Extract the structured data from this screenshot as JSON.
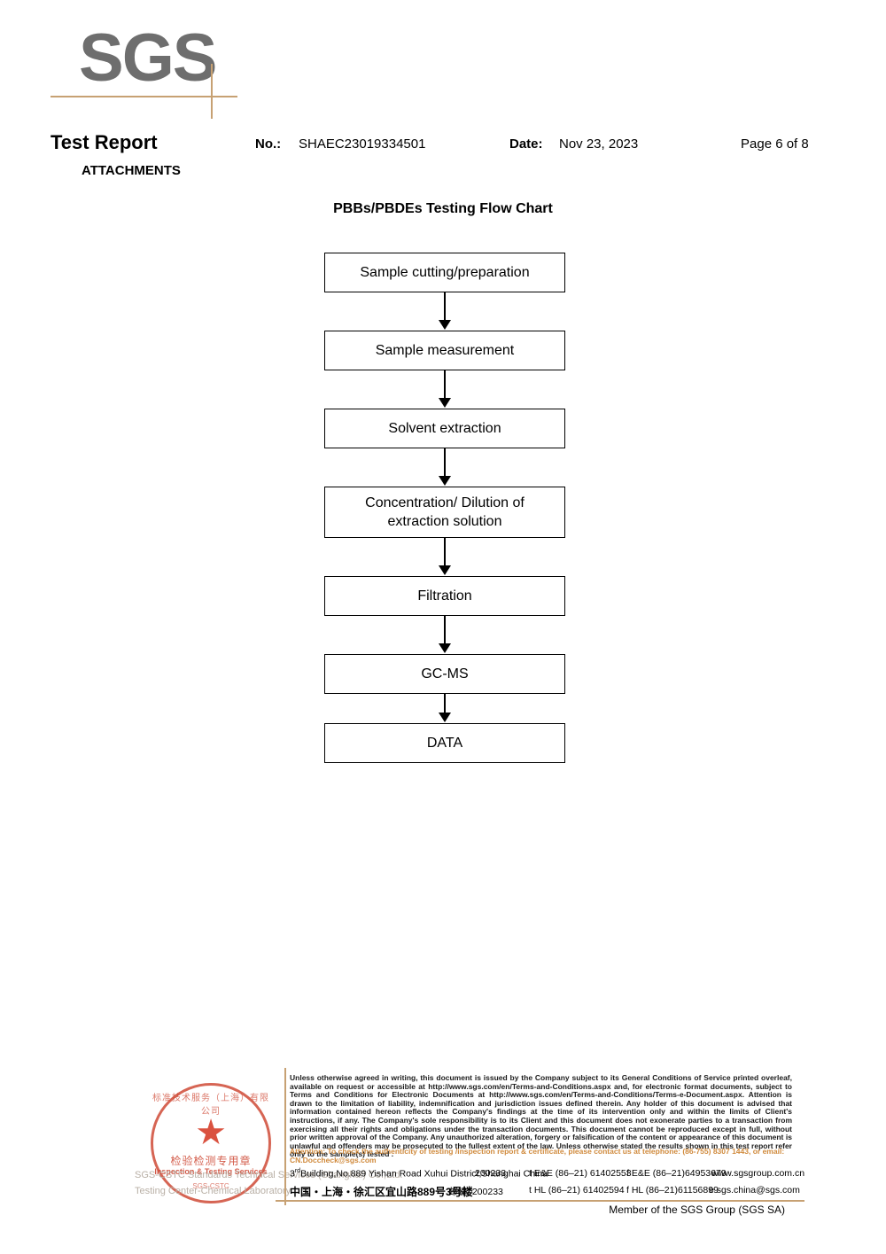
{
  "logo": {
    "text": "SGS",
    "rule_color": "#c7a173",
    "text_color": "#6e6e6e"
  },
  "header": {
    "title": "Test Report",
    "subtitle": "ATTACHMENTS",
    "no_label": "No.:",
    "no_value": "SHAEC23019334501",
    "date_label": "Date:",
    "date_value": "Nov 23, 2023",
    "page": "Page 6 of 8"
  },
  "chart_data": {
    "type": "diagram",
    "title": "PBBs/PBDEs Testing Flow Chart",
    "orientation": "vertical",
    "connector": "down-arrow",
    "nodes": [
      {
        "id": "n1",
        "label": "Sample cutting/preparation",
        "lines": 1
      },
      {
        "id": "n2",
        "label": "Sample measurement",
        "lines": 1
      },
      {
        "id": "n3",
        "label": "Solvent extraction",
        "lines": 1
      },
      {
        "id": "n4",
        "label": "Concentration/ Dilution of\nextraction solution",
        "lines": 2
      },
      {
        "id": "n5",
        "label": "Filtration",
        "lines": 1
      },
      {
        "id": "n6",
        "label": "GC-MS",
        "lines": 1
      },
      {
        "id": "n7",
        "label": "DATA",
        "lines": 1
      }
    ],
    "edges": [
      {
        "from": "n1",
        "to": "n2"
      },
      {
        "from": "n2",
        "to": "n3"
      },
      {
        "from": "n3",
        "to": "n4"
      },
      {
        "from": "n4",
        "to": "n5"
      },
      {
        "from": "n5",
        "to": "n6"
      },
      {
        "from": "n6",
        "to": "n7"
      }
    ]
  },
  "stamp": {
    "arc_top": "标准技术服务（上海）有限公司",
    "star": "★",
    "cn_text": "检验检测专用章",
    "en_text": "Inspection & Testing Services",
    "arc_bottom": "SGS-CSTC",
    "under_line1": "SGS-CSTC Standards Technical Services (Shanghai) Co.,Ltd.",
    "under_line2": "Testing Center-Chemical Laboratory",
    "color": "#cf4a36"
  },
  "footer": {
    "legal": "Unless otherwise agreed in writing, this document is issued by the Company subject to its General Conditions of Service printed overleaf, available on request or accessible at http://www.sgs.com/en/Terms-and-Conditions.aspx and, for electronic format documents, subject to Terms and Conditions for Electronic Documents at http://www.sgs.com/en/Terms-and-Conditions/Terms-e-Document.aspx. Attention is drawn to the limitation of liability, indemnification and jurisdiction issues defined therein. Any holder of this document is advised that information contained hereon reflects the Company's findings at the time of its intervention only and within the limits of Client's instructions, if any. The Company's sole responsibility is to its Client and this document does not exonerate parties to a transaction from exercising all their rights and obligations under the transaction documents. This document cannot be reproduced except in full, without prior written approval of the Company. Any unauthorized alteration, forgery or falsification of the content or appearance of this document is unlawful and offenders may be prosecuted to the fullest extent of the law. Unless otherwise stated the results shown in this test report refer only to the sample(s) tested .",
    "attention": "Attention: To check the authenticity of testing /inspection report & certificate, please contact us at telephone: (86-755) 8307 1443, or email: CN.Doccheck@sgs.com",
    "attention_color": "#d08a3c",
    "address_en": "Building,No.889 Yishan Road Xuhui District,Shanghai China",
    "address_en_ordinal": "3",
    "address_en_sup": "rd",
    "zip_en": "200233",
    "address_cn": "中国・上海・徐汇区宜山路889号3号楼",
    "zip_cn_label": "邮编: 200233",
    "contact": {
      "t_ee": "t E&E (86–21) 61402553",
      "t_hl": "t HL (86–21) 61402594",
      "f_ee": "f E&E (86–21)64953679",
      "f_hl": "f HL (86–21)61156899",
      "web": "www.sgsgroup.com.cn",
      "email": "e sgs.china@sgs.com"
    },
    "member": "Member of the SGS Group (SGS SA)",
    "rule_color": "#c7a173"
  }
}
